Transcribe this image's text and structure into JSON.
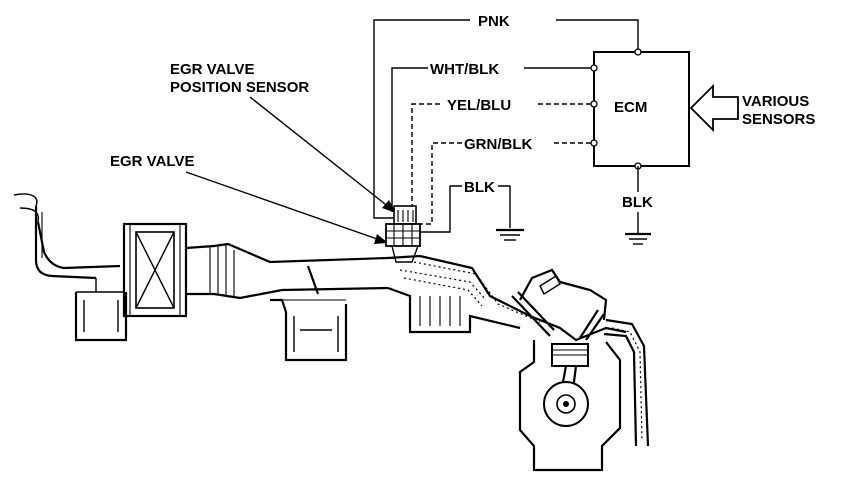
{
  "labels": {
    "pnk": "PNK",
    "wht_blk": "WHT/BLK",
    "yel_blu": "YEL/BLU",
    "grn_blk": "GRN/BLK",
    "blk_sensor": "BLK",
    "blk_ecm": "BLK",
    "ecm": "ECM",
    "various_line1": "VARIOUS",
    "various_line2": "SENSORS",
    "egr_sensor_line1": "EGR VALVE",
    "egr_sensor_line2": "POSITION SENSOR",
    "egr_valve": "EGR VALVE"
  }
}
